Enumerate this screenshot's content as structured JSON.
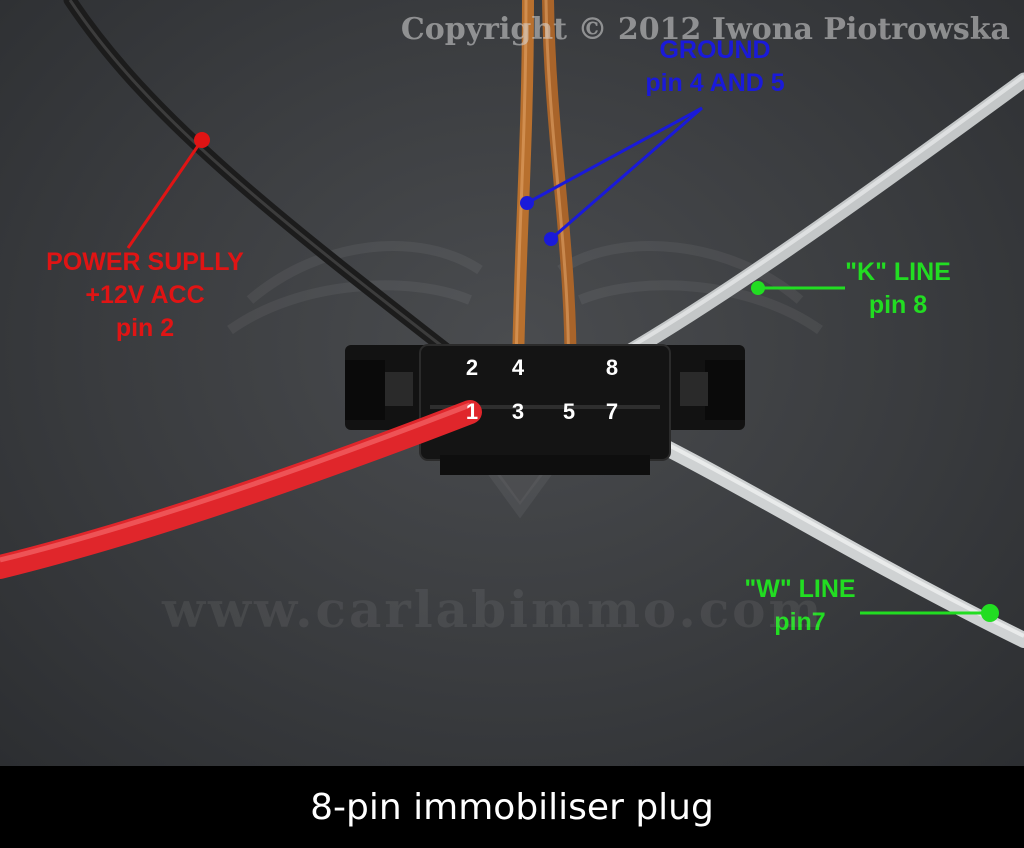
{
  "watermark": {
    "copyright": "Copyright © 2012 Iwona Piotrowska",
    "url": "www.carlabimmo.com"
  },
  "labels": {
    "ground": {
      "lines": [
        "GROUND",
        "pin 4 AND 5"
      ],
      "color": "#1a1ad9"
    },
    "power": {
      "lines": [
        "POWER SUPLLY",
        "+12V ACC",
        "pin 2"
      ],
      "color": "#e01414"
    },
    "k_line": {
      "lines": [
        "\"K\" LINE",
        "pin 8"
      ],
      "color": "#22dd22"
    },
    "w_line": {
      "lines": [
        "\"W\" LINE",
        "pin7"
      ],
      "color": "#22dd22"
    }
  },
  "pins": [
    "1",
    "2",
    "3",
    "4",
    "5",
    "7",
    "8"
  ],
  "caption": "8-pin immobiliser plug",
  "colors": {
    "wire_red": "#e0262b",
    "wire_brown": "#b8702e",
    "wire_black": "#1c1c1c",
    "wire_grey": "#c9cccd",
    "connector": "#121212"
  }
}
